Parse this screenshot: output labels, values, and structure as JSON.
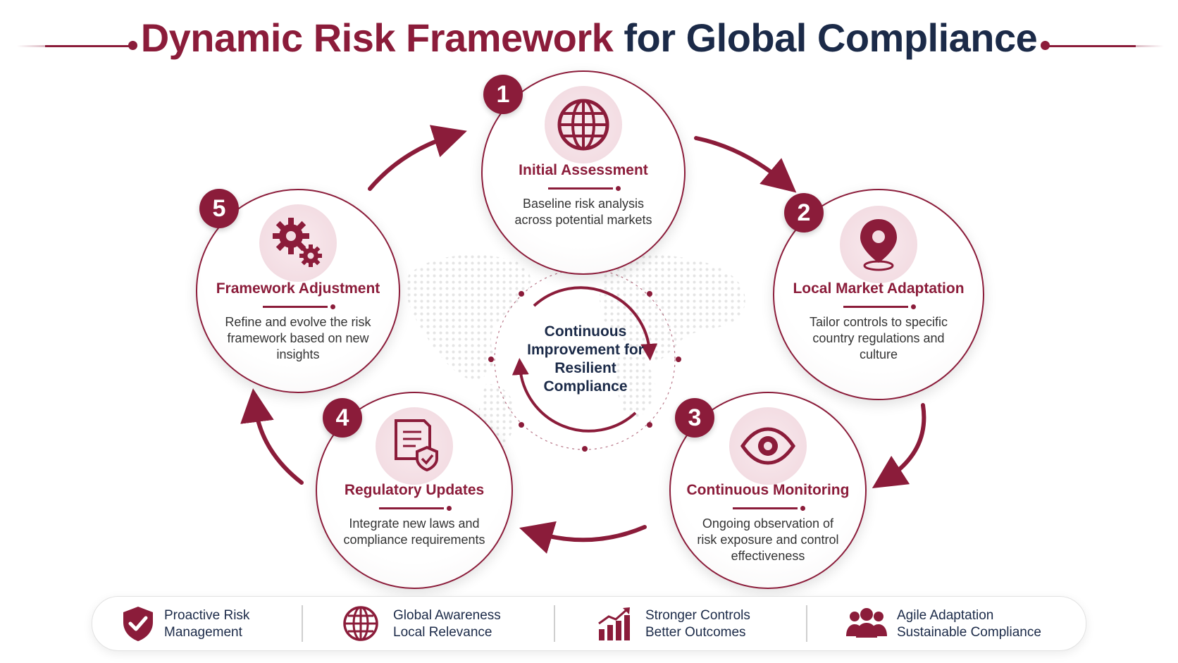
{
  "title": {
    "part1": "Dynamic Risk Framework",
    "part2": "for Global Compliance"
  },
  "center": {
    "text": "Continuous Improvement for Resilient Compliance"
  },
  "steps": [
    {
      "number": "1",
      "title": "Initial Assessment",
      "description": "Baseline risk analysis across potential markets",
      "icon": "globe-icon"
    },
    {
      "number": "2",
      "title": "Local Market Adaptation",
      "description": "Tailor controls to specific country regulations and culture",
      "icon": "location-pin-icon"
    },
    {
      "number": "3",
      "title": "Continuous Monitoring",
      "description": "Ongoing observation of risk exposure and control effectiveness",
      "icon": "eye-icon"
    },
    {
      "number": "4",
      "title": "Regulatory Updates",
      "description": "Integrate new laws and compliance requirements",
      "icon": "document-shield-icon"
    },
    {
      "number": "5",
      "title": "Framework Adjustment",
      "description": "Refine and evolve the risk framework based on new insights",
      "icon": "gears-icon"
    }
  ],
  "benefits": [
    {
      "line1": "Proactive Risk",
      "line2": "Management",
      "icon": "shield-check-icon"
    },
    {
      "line1": "Global Awareness",
      "line2": "Local Relevance",
      "icon": "globe-icon"
    },
    {
      "line1": "Stronger Controls",
      "line2": "Better Outcomes",
      "icon": "growth-chart-icon"
    },
    {
      "line1": "Agile Adaptation",
      "line2": "Sustainable Compliance",
      "icon": "team-icon"
    }
  ],
  "colors": {
    "accent": "#8b1c3a",
    "navy": "#1b2a48",
    "icon_bg": "#f3dde3"
  }
}
